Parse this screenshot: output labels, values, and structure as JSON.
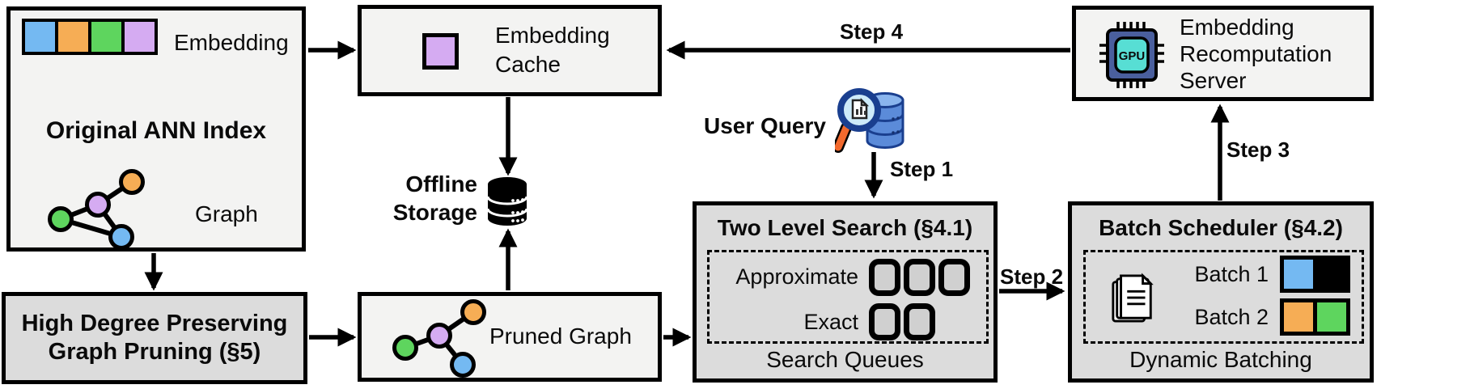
{
  "colors": {
    "box_light": "#f3f3f2",
    "box_dark": "#dcdcdc",
    "slot_fill": "#d0d0d0",
    "blue": "#74b9f2",
    "orange": "#f6ad55",
    "green": "#5ed55e",
    "purple": "#d5abf2",
    "gpu_outer": "#4a5f9e",
    "gpu_inner": "#57ded4",
    "query_db": "#5b8bd9",
    "query_db_top": "#8ab5ee",
    "query_navy": "#1a3f8f",
    "query_lens": "#cdeaf9",
    "query_handle": "#f2692d"
  },
  "ann_index": {
    "embedding_label": "Embedding",
    "title": "Original ANN Index",
    "graph_label": "Graph"
  },
  "pruning": {
    "line1": "High Degree Preserving",
    "line2": "Graph Pruning (§5)"
  },
  "cache": {
    "line1": "Embedding",
    "line2": "Cache"
  },
  "offline_storage": {
    "line1": "Offline",
    "line2": "Storage"
  },
  "pruned_graph": {
    "label": "Pruned Graph"
  },
  "user_query": {
    "label": "User Query"
  },
  "steps": {
    "s1": "Step 1",
    "s2": "Step 2",
    "s3": "Step 3",
    "s4": "Step 4"
  },
  "two_level_search": {
    "title": "Two Level Search (§4.1)",
    "approximate_label": "Approximate",
    "exact_label": "Exact",
    "approximate_slots": 3,
    "exact_slots": 2,
    "caption": "Search Queues"
  },
  "batch_scheduler": {
    "title": "Batch Scheduler (§4.2)",
    "batch1_label": "Batch 1",
    "batch2_label": "Batch 2",
    "caption": "Dynamic Batching"
  },
  "recomputation_server": {
    "line1": "Embedding",
    "line2": "Recomputation",
    "line3": "Server",
    "gpu_label": "GPU"
  }
}
